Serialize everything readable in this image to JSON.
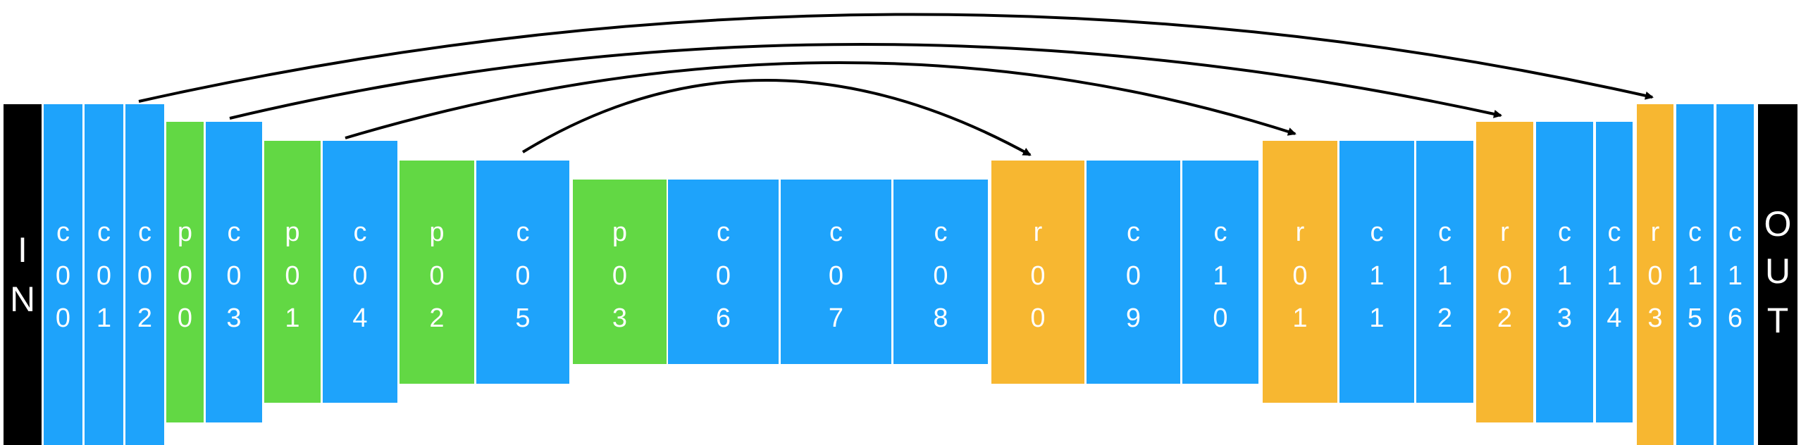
{
  "colors": {
    "conv": "#1ea3fb",
    "pool": "#62d844",
    "resize": "#f7b731",
    "io": "#000000",
    "arrow": "#000000",
    "text": "#ffffff"
  },
  "blocks": [
    {
      "id": "in",
      "kind": "io",
      "chars": [
        "I",
        "N"
      ]
    },
    {
      "id": "c00",
      "kind": "conv",
      "chars": [
        "c",
        "0",
        "0"
      ]
    },
    {
      "id": "c01",
      "kind": "conv",
      "chars": [
        "c",
        "0",
        "1"
      ]
    },
    {
      "id": "c02",
      "kind": "conv",
      "chars": [
        "c",
        "0",
        "2"
      ]
    },
    {
      "id": "p00",
      "kind": "pool",
      "chars": [
        "p",
        "0",
        "0"
      ]
    },
    {
      "id": "c03",
      "kind": "conv",
      "chars": [
        "c",
        "0",
        "3"
      ]
    },
    {
      "id": "p01",
      "kind": "pool",
      "chars": [
        "p",
        "0",
        "1"
      ]
    },
    {
      "id": "c04",
      "kind": "conv",
      "chars": [
        "c",
        "0",
        "4"
      ]
    },
    {
      "id": "p02",
      "kind": "pool",
      "chars": [
        "p",
        "0",
        "2"
      ]
    },
    {
      "id": "c05",
      "kind": "conv",
      "chars": [
        "c",
        "0",
        "5"
      ]
    },
    {
      "id": "p03",
      "kind": "pool",
      "chars": [
        "p",
        "0",
        "3"
      ]
    },
    {
      "id": "c06",
      "kind": "conv",
      "chars": [
        "c",
        "0",
        "6"
      ]
    },
    {
      "id": "c07",
      "kind": "conv",
      "chars": [
        "c",
        "0",
        "7"
      ]
    },
    {
      "id": "c08",
      "kind": "conv",
      "chars": [
        "c",
        "0",
        "8"
      ]
    },
    {
      "id": "r00",
      "kind": "resize",
      "chars": [
        "r",
        "0",
        "0"
      ]
    },
    {
      "id": "c09",
      "kind": "conv",
      "chars": [
        "c",
        "0",
        "9"
      ]
    },
    {
      "id": "c10",
      "kind": "conv",
      "chars": [
        "c",
        "1",
        "0"
      ]
    },
    {
      "id": "r01",
      "kind": "resize",
      "chars": [
        "r",
        "0",
        "1"
      ]
    },
    {
      "id": "c11",
      "kind": "conv",
      "chars": [
        "c",
        "1",
        "1"
      ]
    },
    {
      "id": "c12",
      "kind": "conv",
      "chars": [
        "c",
        "1",
        "2"
      ]
    },
    {
      "id": "r02",
      "kind": "resize",
      "chars": [
        "r",
        "0",
        "2"
      ]
    },
    {
      "id": "c13",
      "kind": "conv",
      "chars": [
        "c",
        "1",
        "3"
      ]
    },
    {
      "id": "c14",
      "kind": "conv",
      "chars": [
        "c",
        "1",
        "4"
      ]
    },
    {
      "id": "r03",
      "kind": "resize",
      "chars": [
        "r",
        "0",
        "3"
      ]
    },
    {
      "id": "c15",
      "kind": "conv",
      "chars": [
        "c",
        "1",
        "5"
      ]
    },
    {
      "id": "c16",
      "kind": "conv",
      "chars": [
        "c",
        "1",
        "6"
      ]
    },
    {
      "id": "out",
      "kind": "io",
      "chars": [
        "O",
        "U",
        "T"
      ]
    }
  ],
  "skip_connections": [
    {
      "from": "c02",
      "to": "r03"
    },
    {
      "from": "c03",
      "to": "r02"
    },
    {
      "from": "c04",
      "to": "r01"
    },
    {
      "from": "c05",
      "to": "r00"
    }
  ]
}
